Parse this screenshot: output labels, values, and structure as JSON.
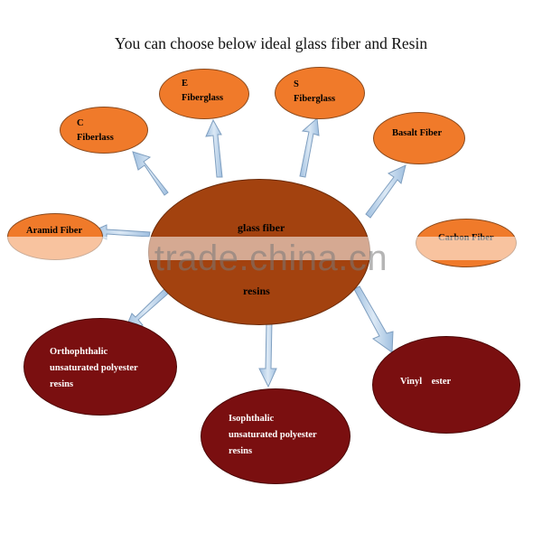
{
  "title": "You can choose below ideal glass fiber and Resin",
  "center": {
    "line1": "glass fiber",
    "line2": "resins"
  },
  "fibers": {
    "c": {
      "line1": "C",
      "line2": "Fiberlass"
    },
    "e": {
      "line1": "E",
      "line2": "Fiberglass"
    },
    "s": {
      "line1": "S",
      "line2": "Fiberglass"
    },
    "basalt": {
      "line1": "Basalt Fiber"
    },
    "aramid": {
      "line1": "Aramid Fiber"
    },
    "carbon": {
      "line1": "Carbon Fiber"
    }
  },
  "resins": {
    "ortho": {
      "line1": "Orthophthalic",
      "line2": "unsaturated polyester",
      "line3": "resins"
    },
    "iso": {
      "line1": "Isophthalic",
      "line2": "unsaturated polyester",
      "line3": "resins"
    },
    "vinyl": {
      "line1": "Vinyl    ester"
    }
  },
  "watermark": "trade.china.cn",
  "colors": {
    "fiber": "#f07a2a",
    "resin": "#7a0f10",
    "center": "#a3420f",
    "arrow": "#bcd3ea"
  }
}
